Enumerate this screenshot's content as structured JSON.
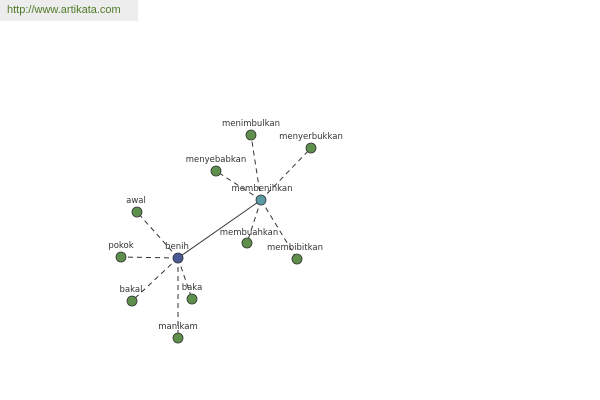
{
  "header": {
    "url": "http://www.artikata.com"
  },
  "colors": {
    "leaf": "#5e8f4c",
    "root": "#4a5a96",
    "hub": "#5c9aa3",
    "edge": "#333333"
  },
  "graph": {
    "nodes": [
      {
        "id": "benih",
        "label": "benih",
        "role": "root"
      },
      {
        "id": "membenihkan",
        "label": "membenihkan",
        "role": "hub"
      },
      {
        "id": "awal",
        "label": "awal",
        "role": "leaf"
      },
      {
        "id": "pokok",
        "label": "pokok",
        "role": "leaf"
      },
      {
        "id": "bakal",
        "label": "bakal",
        "role": "leaf"
      },
      {
        "id": "baka",
        "label": "baka",
        "role": "leaf"
      },
      {
        "id": "manikam",
        "label": "manikam",
        "role": "leaf"
      },
      {
        "id": "menimbulkan",
        "label": "menimbulkan",
        "role": "leaf"
      },
      {
        "id": "menyerbukkan",
        "label": "menyerbukkan",
        "role": "leaf"
      },
      {
        "id": "menyebabkan",
        "label": "menyebabkan",
        "role": "leaf"
      },
      {
        "id": "membuahkan",
        "label": "membuahkan",
        "role": "leaf"
      },
      {
        "id": "membibitkan",
        "label": "membibitkan",
        "role": "leaf"
      }
    ],
    "edges": [
      {
        "from": "benih",
        "to": "membenihkan",
        "style": "solid"
      },
      {
        "from": "benih",
        "to": "awal",
        "style": "dashed"
      },
      {
        "from": "benih",
        "to": "pokok",
        "style": "dashed"
      },
      {
        "from": "benih",
        "to": "bakal",
        "style": "dashed"
      },
      {
        "from": "benih",
        "to": "baka",
        "style": "dashed"
      },
      {
        "from": "benih",
        "to": "manikam",
        "style": "dashed"
      },
      {
        "from": "membenihkan",
        "to": "menimbulkan",
        "style": "dashed"
      },
      {
        "from": "membenihkan",
        "to": "menyerbukkan",
        "style": "dashed"
      },
      {
        "from": "membenihkan",
        "to": "menyebabkan",
        "style": "dashed"
      },
      {
        "from": "membenihkan",
        "to": "membuahkan",
        "style": "dashed"
      },
      {
        "from": "membenihkan",
        "to": "membibitkan",
        "style": "dashed"
      }
    ]
  }
}
